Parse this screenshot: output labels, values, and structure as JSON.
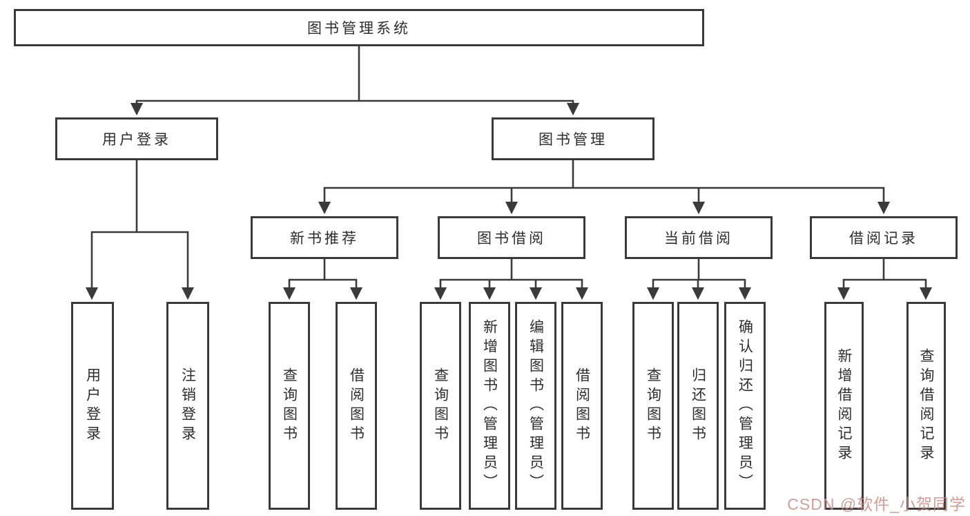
{
  "diagram": {
    "root": {
      "label": "图书管理系统"
    },
    "level2": [
      {
        "label": "用户登录"
      },
      {
        "label": "图书管理"
      }
    ],
    "level3": [
      {
        "label": "新书推荐"
      },
      {
        "label": "图书借阅"
      },
      {
        "label": "当前借阅"
      },
      {
        "label": "借阅记录"
      }
    ],
    "leaves": {
      "login": [
        "用户登录",
        "注销登录"
      ],
      "newbook": [
        "查询图书",
        "借阅图书"
      ],
      "borrow": [
        "查询图书",
        "新增图书（管理员）",
        "编辑图书（管理员）",
        "借阅图书"
      ],
      "current": [
        "查询图书",
        "归还图书",
        "确认归还（管理员）"
      ],
      "records": [
        "新增借阅记录",
        "查询借阅记录"
      ]
    }
  },
  "watermark": {
    "text": "CSDN @软件_小贺同学",
    "color": "#cc8b85"
  },
  "colors": {
    "line": "#3a3a3a",
    "box_border": "#3a3a3a",
    "text": "#2d2d2d",
    "background": "#ffffff"
  }
}
